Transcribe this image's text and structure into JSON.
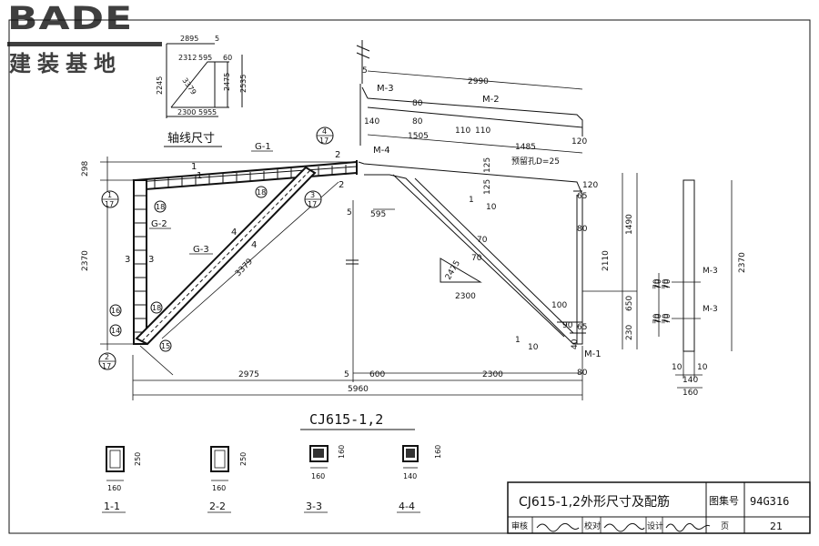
{
  "logo": {
    "brand": "BADE",
    "subtitle": "建装基地"
  },
  "axis_sketch": {
    "title": "轴线尺寸",
    "dims": [
      "2895",
      "5",
      "2312",
      "595",
      "60",
      "3379",
      "2475",
      "2535",
      "2245",
      "2300",
      "595",
      "5"
    ]
  },
  "elevation": {
    "title": "CJ615-1,2",
    "members": [
      "G-1",
      "G-2",
      "G-3"
    ],
    "callouts": [
      {
        "top": "1",
        "bottom": "17"
      },
      {
        "top": "2",
        "bottom": "17"
      },
      {
        "top": "3",
        "bottom": "17"
      },
      {
        "top": "4",
        "bottom": "17"
      }
    ],
    "bars": [
      "18",
      "18",
      "18",
      "16",
      "14",
      "15"
    ],
    "cuts": [
      "1",
      "1",
      "3",
      "3",
      "4",
      "4",
      "2",
      "2"
    ],
    "dims_bottom": [
      "2975",
      "5",
      "600",
      "2300",
      "5960"
    ],
    "dims_left": [
      "298",
      "2370"
    ],
    "dims_right": [
      "120",
      "65",
      "80",
      "1490",
      "2110",
      "70",
      "70",
      "650",
      "70",
      "70",
      "230",
      "65",
      "40",
      "80"
    ],
    "dims_top": [
      "2990",
      "1505",
      "1485",
      "80",
      "80",
      "110",
      "110",
      "140",
      "120",
      "125",
      "125"
    ],
    "dims_misc": [
      "5",
      "595",
      "5",
      "3379",
      "2475",
      "2300",
      "70",
      "70",
      "100",
      "90",
      "10",
      "10",
      "1",
      "1"
    ],
    "embeds": [
      "M-3",
      "M-2",
      "M-4",
      "M-1"
    ],
    "hole_note": "预留孔D=25"
  },
  "side_view": {
    "labels": [
      "M-3",
      "M-3"
    ],
    "dims": [
      "2370",
      "70",
      "70",
      "70",
      "70",
      "10",
      "10",
      "140",
      "160"
    ]
  },
  "sections": [
    {
      "name": "1-1",
      "w": "160",
      "h": "250"
    },
    {
      "name": "2-2",
      "w": "160",
      "h": "250"
    },
    {
      "name": "3-3",
      "w": "160",
      "h": "160"
    },
    {
      "name": "4-4",
      "w": "140",
      "h": "160"
    }
  ],
  "title_block": {
    "title": "CJ615-1,2外形尺寸及配筋",
    "atlas_label": "图集号",
    "atlas_no": "94G316",
    "page_label": "页",
    "page_no": "21",
    "review_label": "审核",
    "check_label": "校对",
    "design_label": "设计"
  }
}
